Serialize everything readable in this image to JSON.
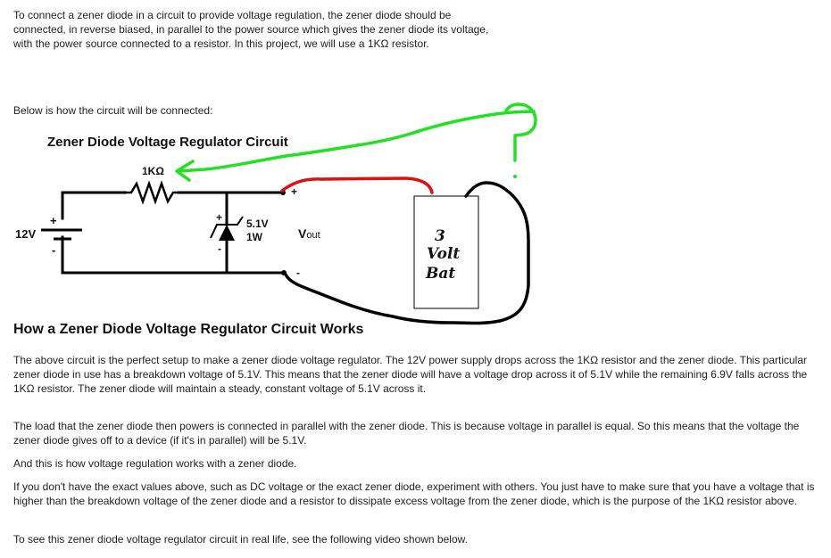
{
  "intro": {
    "text": "To connect a zener diode in a circuit to provide voltage regulation, the zener diode should be connected, in reverse biased, in parallel to the power source which gives the zener diode its voltage, with the power source connected to a resistor. In this project, we will use a 1KΩ resistor."
  },
  "below_text": "Below is how the circuit will be connected:",
  "diagram": {
    "title": "Zener Diode Voltage Regulator Circuit",
    "resistor_label": "1KΩ",
    "source_label": "12V",
    "source_plus": "+",
    "source_minus": "-",
    "zener_plus": "+",
    "zener_minus": "-",
    "zener_voltage": "5.1V",
    "zener_power": "1W",
    "vout_main": "V",
    "vout_sub": "out",
    "out_plus": "+",
    "out_minus": "-",
    "battery_line1": "3",
    "battery_line2": "Volt",
    "battery_line3": "Bat",
    "annotation": "?",
    "colors": {
      "wire": "#000000",
      "annotation_green": "#22e022",
      "annotation_red": "#e01010"
    }
  },
  "section": {
    "heading": "How a Zener Diode Voltage Regulator Circuit Works",
    "paragraphs": [
      "The above circuit is the perfect setup to make a zener diode voltage regulator. The 12V power supply drops across the 1KΩ resistor and the zener diode. This particular zener diode in use has a breakdown voltage of 5.1V. This means that the zener diode will have a voltage drop across it of 5.1V while the remaining 6.9V falls across the 1KΩ resistor. The zener diode will maintain a steady, constant voltage of 5.1V across it.",
      "The load that the zener diode then powers is connected in parallel with the zener diode. This is because voltage in parallel is equal. So this means that the voltage the zener diode gives off to a device (if it's in parallel) will be 5.1V.",
      "And this is how voltage regulation works with a zener diode.",
      "If you don't have the exact values above, such as DC voltage or the exact zener diode, experiment with others. You just have to make sure that you have a voltage that is higher than the breakdown voltage of the zener diode and a resistor to dissipate excess voltage from the zener diode, which is the purpose of the 1KΩ resistor above.",
      "To see this zener diode voltage regulator circuit in real life, see the following video shown below."
    ]
  }
}
